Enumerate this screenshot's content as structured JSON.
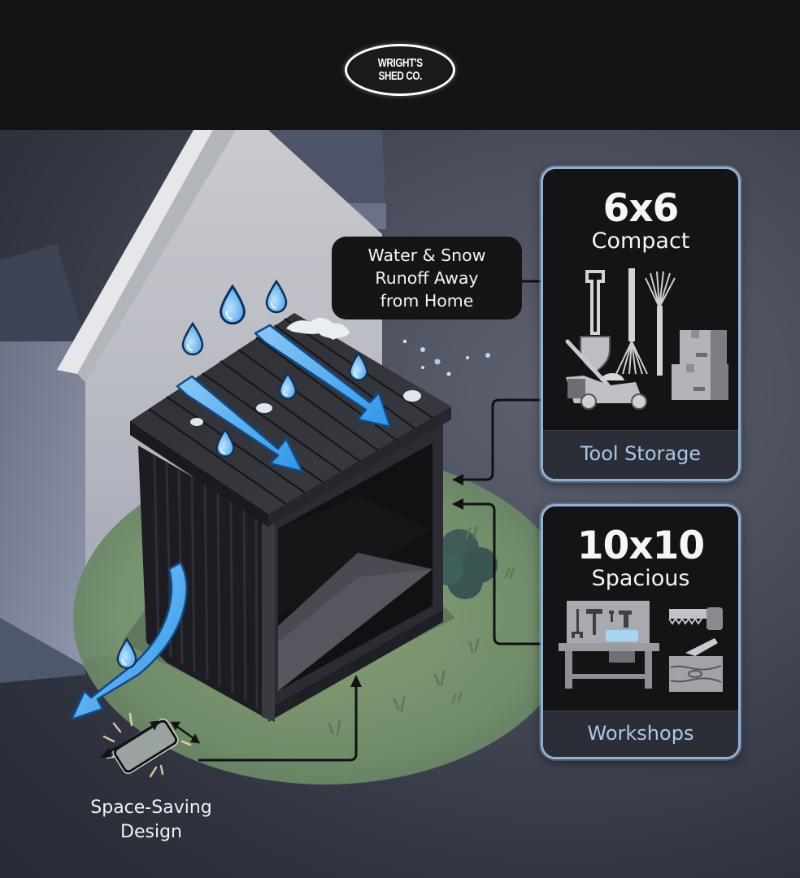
{
  "brand": {
    "logo_line1": "WRIGHT'S",
    "logo_line2": "SHED CO.",
    "header_color": "#141414"
  },
  "callouts": {
    "runoff": {
      "lines": [
        "Water & Snow",
        "Runoff Away",
        "from Home"
      ]
    },
    "space_saving": {
      "lines": [
        "Space-Saving",
        "Design"
      ],
      "icon": "footprint-resize-icon"
    }
  },
  "cards": [
    {
      "size": "6x6",
      "descriptor": "Compact",
      "use": "Tool Storage",
      "icons": [
        "shovel-icon",
        "rake-icon",
        "leaf-rake-icon",
        "lawn-mower-icon",
        "stacked-boxes-icon"
      ]
    },
    {
      "size": "10x10",
      "descriptor": "Spacious",
      "use": "Workshops",
      "icons": [
        "pegboard-tools-icon",
        "workbench-icon",
        "handsaw-icon",
        "wood-plane-box-icon"
      ]
    }
  ],
  "illustration": {
    "elements": [
      "house-icon",
      "shed-icon",
      "raindrop-icon",
      "runoff-arrow-icon",
      "snow-icon",
      "lawn",
      "bush-icon"
    ],
    "accent_blue": "#3fa2ee",
    "card_border": "#8fb2d6",
    "band_text": "#a9c8ea",
    "lawn_green": "#7f9a6b"
  }
}
